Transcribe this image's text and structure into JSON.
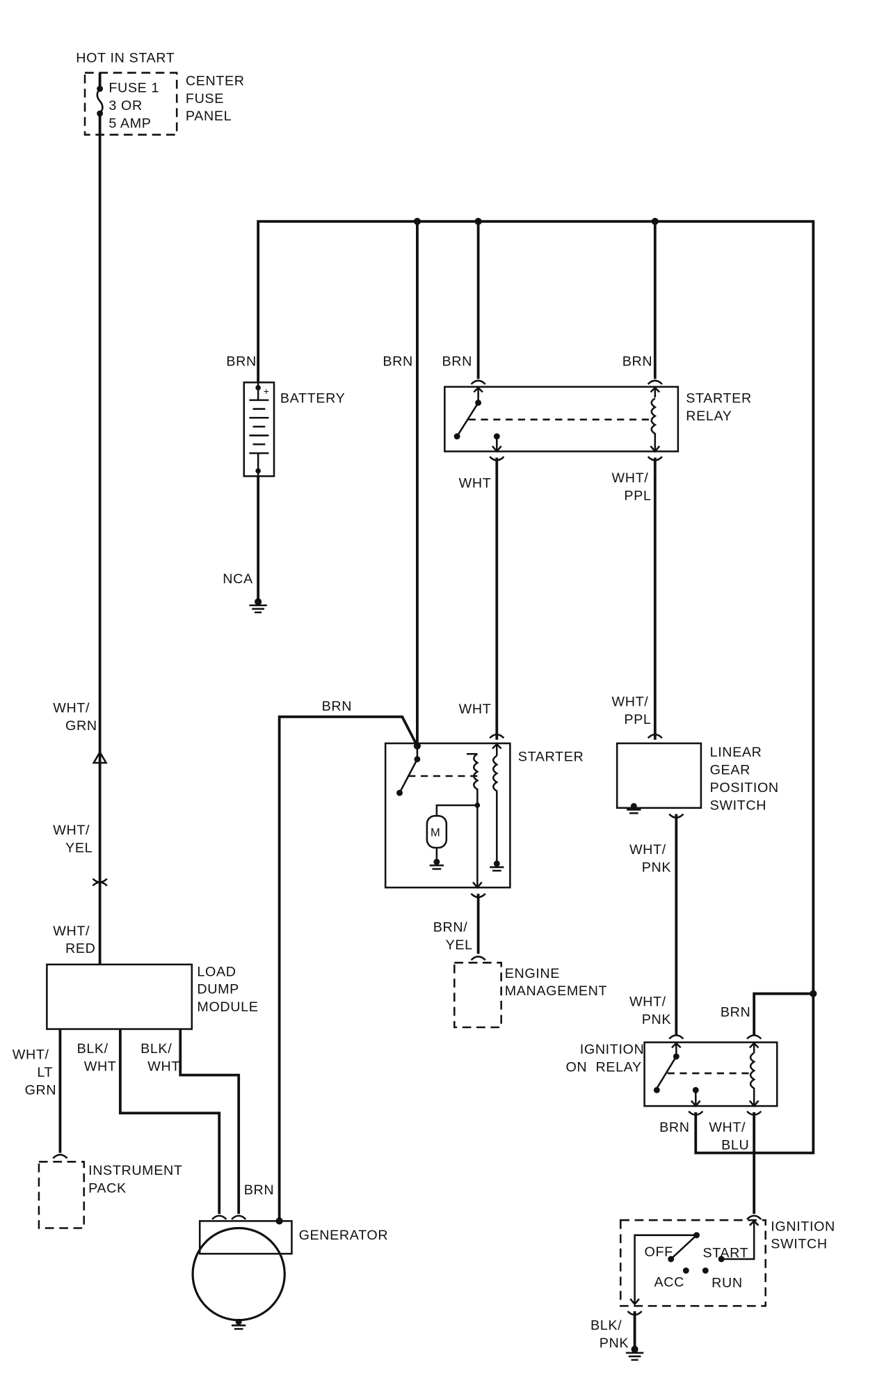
{
  "fuse_panel": {
    "header": "HOT IN START",
    "fuse_lines": [
      "FUSE 1",
      "3 OR",
      "5 AMP"
    ],
    "name_lines": [
      "CENTER",
      "FUSE",
      "PANEL"
    ]
  },
  "battery": {
    "label": "BATTERY",
    "wire_top": "BRN",
    "wire_bottom": "NCA"
  },
  "starter_relay": {
    "name_lines": [
      "STARTER",
      "RELAY"
    ],
    "wire_in_left": "BRN",
    "wire_in_right": "BRN",
    "wire_out_left": "WHT",
    "wire_out_right": [
      "WHT/",
      "PPL"
    ]
  },
  "starter": {
    "label": "STARTER",
    "motor": "M",
    "wire_feed": "BRN",
    "wire_top_left": "BRN",
    "wire_top_right": "WHT",
    "wire_out": [
      "BRN/",
      "YEL"
    ]
  },
  "engine_management": {
    "name_lines": [
      "ENGINE",
      "MANAGEMENT"
    ]
  },
  "linear_gear_switch": {
    "name_lines": [
      "LINEAR",
      "GEAR",
      "POSITION",
      "SWITCH"
    ],
    "wire_in": [
      "WHT/",
      "PPL"
    ],
    "wire_out": [
      "WHT/",
      "PNK"
    ]
  },
  "load_dump": {
    "name_lines": [
      "LOAD",
      "DUMP",
      "MODULE"
    ],
    "wire_top": [
      "WHT/",
      "GRN"
    ],
    "wire_mid": [
      "WHT/",
      "YEL"
    ],
    "wire_in": [
      "WHT/",
      "RED"
    ],
    "wire_out1": [
      "WHT/",
      "LT",
      "GRN"
    ],
    "wire_out2": [
      "BLK/",
      "WHT"
    ],
    "wire_out3": [
      "BLK/",
      "WHT"
    ]
  },
  "instrument_pack": {
    "name_lines": [
      "INSTRUMENT",
      "PACK"
    ]
  },
  "generator": {
    "label": "GENERATOR",
    "wire": "BRN"
  },
  "ignition_relay": {
    "name_lines": [
      "IGNITION",
      "ON  RELAY"
    ],
    "wire_in_left": [
      "WHT/",
      "PNK"
    ],
    "wire_in_right": "BRN",
    "wire_out_left": "BRN",
    "wire_out_right": [
      "WHT/",
      "BLU"
    ]
  },
  "ignition_switch": {
    "name_lines": [
      "IGNITION",
      "SWITCH"
    ],
    "positions": [
      "OFF",
      "START",
      "ACC",
      "RUN"
    ],
    "wire_out": [
      "BLK/",
      "PNK"
    ]
  }
}
